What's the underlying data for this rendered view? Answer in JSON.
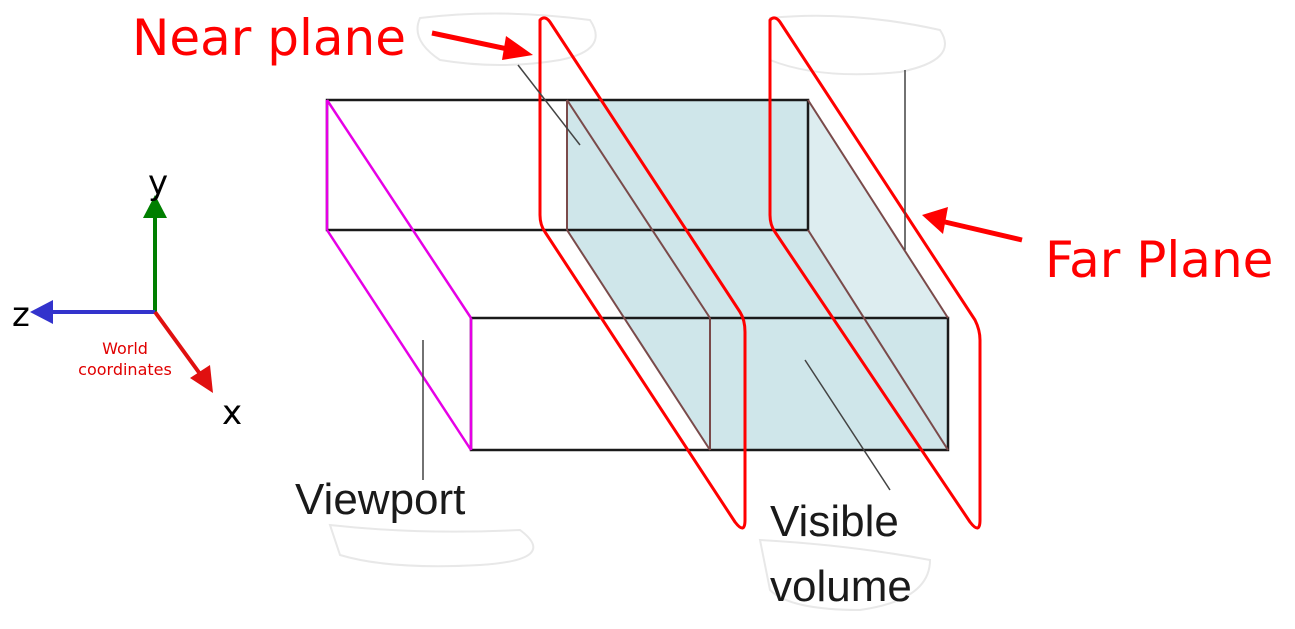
{
  "labels": {
    "near_plane": "Near plane",
    "far_plane": "Far Plane",
    "viewport": "Viewport",
    "visible_line1": "Visible",
    "visible_line2": "volume"
  },
  "axes": {
    "y": "y",
    "z": "z",
    "x": "x",
    "caption_line1": "World",
    "caption_line2": "coordinates"
  },
  "colors": {
    "red": "#ff0000",
    "magenta": "#e600e6",
    "volume_fill": "#cfe6ea",
    "edge": "#1a1a1a",
    "axis_y": "#007f00",
    "axis_z": "#3333cc",
    "axis_x": "#e01010"
  }
}
